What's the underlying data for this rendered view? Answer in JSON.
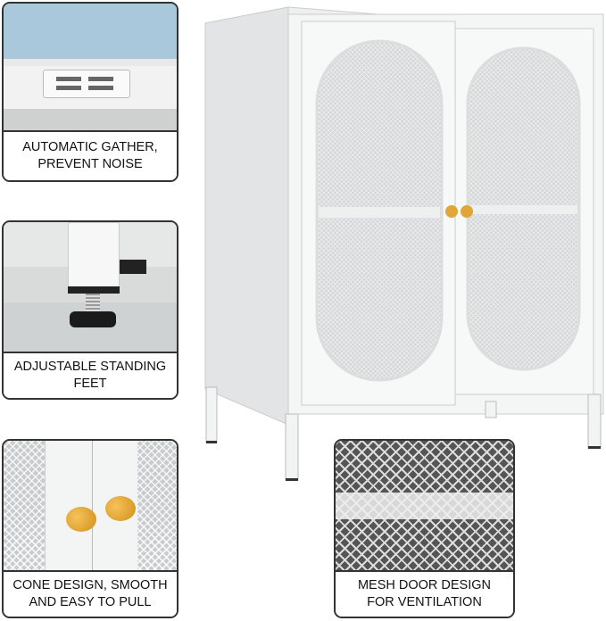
{
  "callouts": [
    {
      "line1": "AUTOMATIC GATHER,",
      "line2": "PREVENT NOISE"
    },
    {
      "line1": "ADJUSTABLE STANDING",
      "line2": "FEET"
    },
    {
      "line1": "CONE DESIGN, SMOOTH",
      "line2": "AND EASY TO PULL"
    },
    {
      "line1": "MESH DOOR DESIGN",
      "line2": "FOR VENTILATION"
    }
  ],
  "colors": {
    "cabinet": "#f4f5f5",
    "knob": "#e0a637",
    "border": "#333333"
  }
}
